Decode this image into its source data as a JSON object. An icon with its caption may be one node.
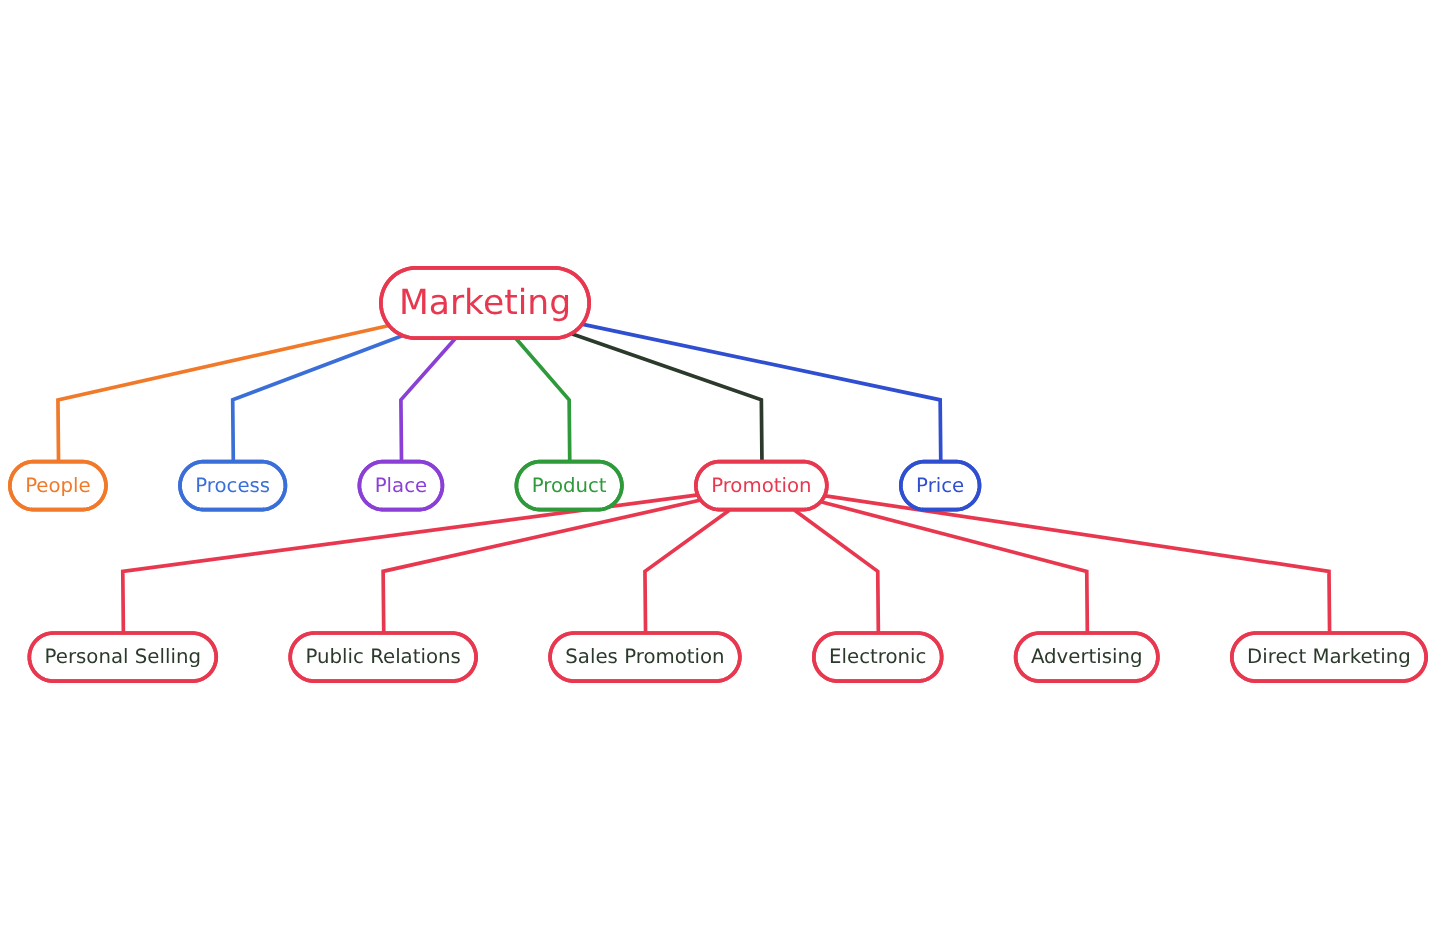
{
  "diagram": {
    "nodes": [
      {
        "text": [
          "Marketing"
        ]
      },
      {
        "text": [
          "People"
        ]
      },
      {
        "text": [
          "Process"
        ]
      },
      {
        "text": [
          "Place"
        ]
      },
      {
        "text": [
          "Product"
        ]
      },
      {
        "text": [
          "Promotion"
        ]
      },
      {
        "text": [
          "Price"
        ]
      },
      {
        "text": [
          "Personal Selling"
        ]
      },
      {
        "text": [
          "Public Relations"
        ]
      },
      {
        "text": [
          "Sales Promotion"
        ]
      },
      {
        "text": [
          "Electronic"
        ]
      },
      {
        "text": [
          "Advertising"
        ]
      },
      {
        "text": [
          "Direct Marketing"
        ]
      }
    ],
    "edges": [
      {
        "from": 0,
        "to": 1,
        "arrow": "none",
        "color": "#f07a2a"
      },
      {
        "from": 0,
        "to": 2,
        "arrow": "none",
        "color": "#3b6fd8"
      },
      {
        "from": 0,
        "to": 3,
        "arrow": "none",
        "color": "#8a3fd6"
      },
      {
        "from": 0,
        "to": 4,
        "arrow": "none",
        "color": "#2e9a3a"
      },
      {
        "from": 0,
        "to": 5,
        "arrow": "none",
        "color": "#2b3a2b"
      },
      {
        "from": 0,
        "to": 6,
        "arrow": "none",
        "color": "#2f4fd0"
      },
      {
        "from": 5,
        "to": 7,
        "arrow": "none"
      },
      {
        "from": 5,
        "to": 8,
        "arrow": "none"
      },
      {
        "from": 5,
        "to": 9,
        "arrow": "none"
      },
      {
        "from": 5,
        "to": 10,
        "arrow": "none"
      },
      {
        "from": 5,
        "to": 11,
        "arrow": "none"
      },
      {
        "from": 5,
        "to": 12,
        "arrow": "none"
      }
    ]
  }
}
